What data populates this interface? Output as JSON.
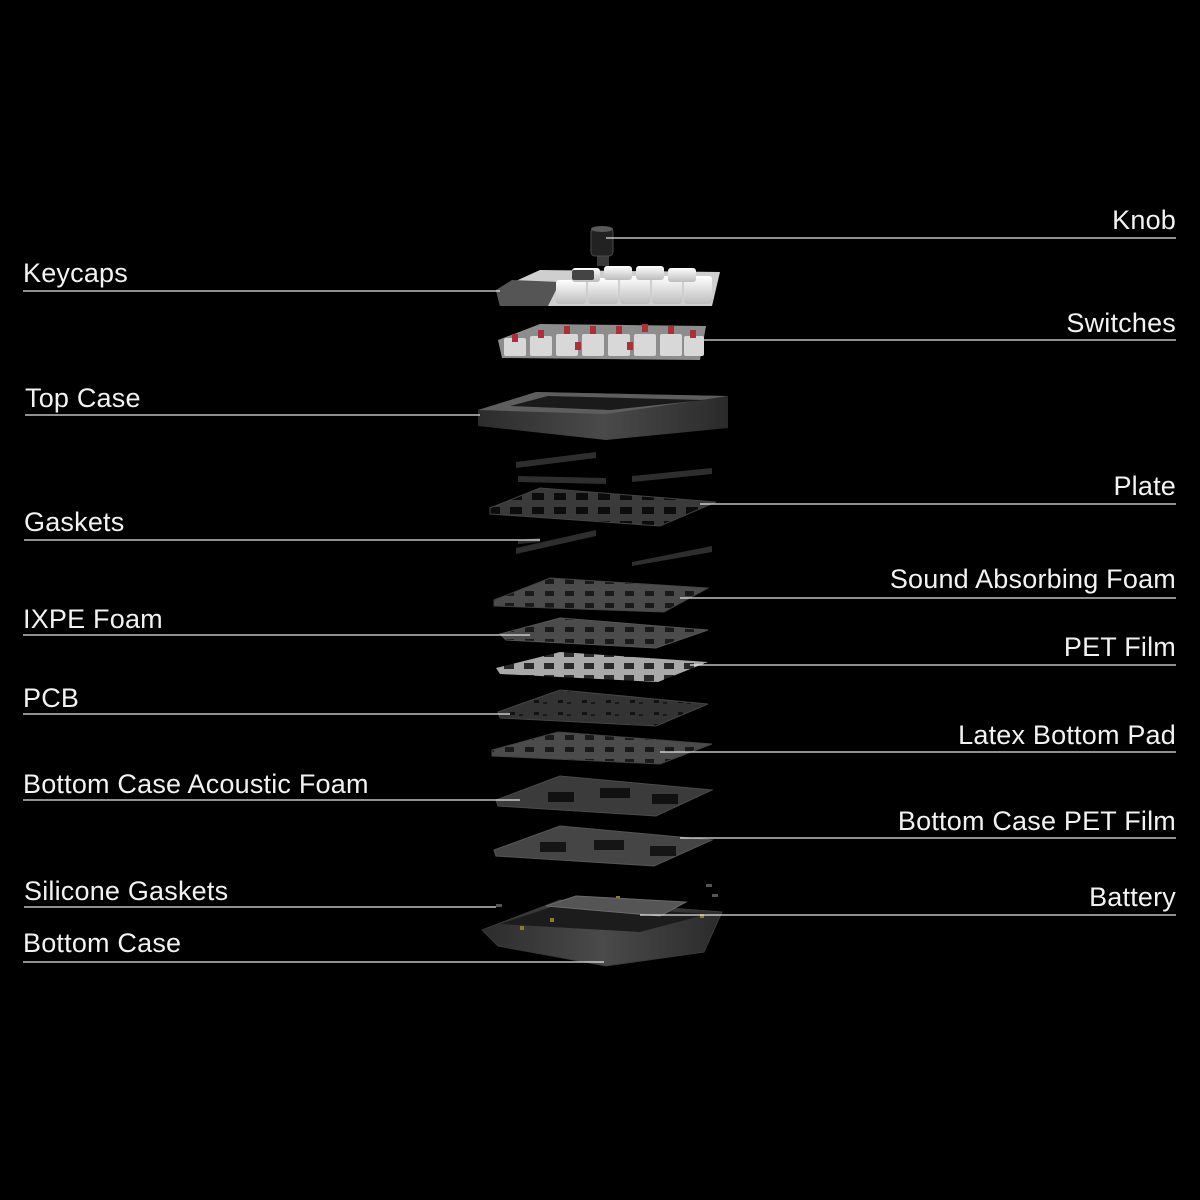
{
  "colors": {
    "background": "#000000",
    "text": "#f2f2f2",
    "leader": "#e6e6e6",
    "keycap": "#e8e8e8",
    "keycap_dark": "#555555",
    "switch_stem": "#a8323a",
    "layer_dark": "#2a2a2a",
    "layer_mid": "#3a3a3a",
    "layer_light": "#8a8a8a"
  },
  "labels": {
    "left": {
      "keycaps": "Keycaps",
      "top_case": "Top Case",
      "gaskets": "Gaskets",
      "ixpe_foam": "IXPE Foam",
      "pcb": "PCB",
      "bottom_case_acoustic_foam": "Bottom Case Acoustic Foam",
      "silicone_gaskets": "Silicone Gaskets",
      "bottom_case": "Bottom Case"
    },
    "right": {
      "knob": "Knob",
      "switches": "Switches",
      "plate": "Plate",
      "sound_absorbing_foam": "Sound Absorbing Foam",
      "pet_film": "PET Film",
      "latex_bottom_pad": "Latex Bottom Pad",
      "bottom_case_pet_film": "Bottom Case PET Film",
      "battery": "Battery"
    }
  }
}
